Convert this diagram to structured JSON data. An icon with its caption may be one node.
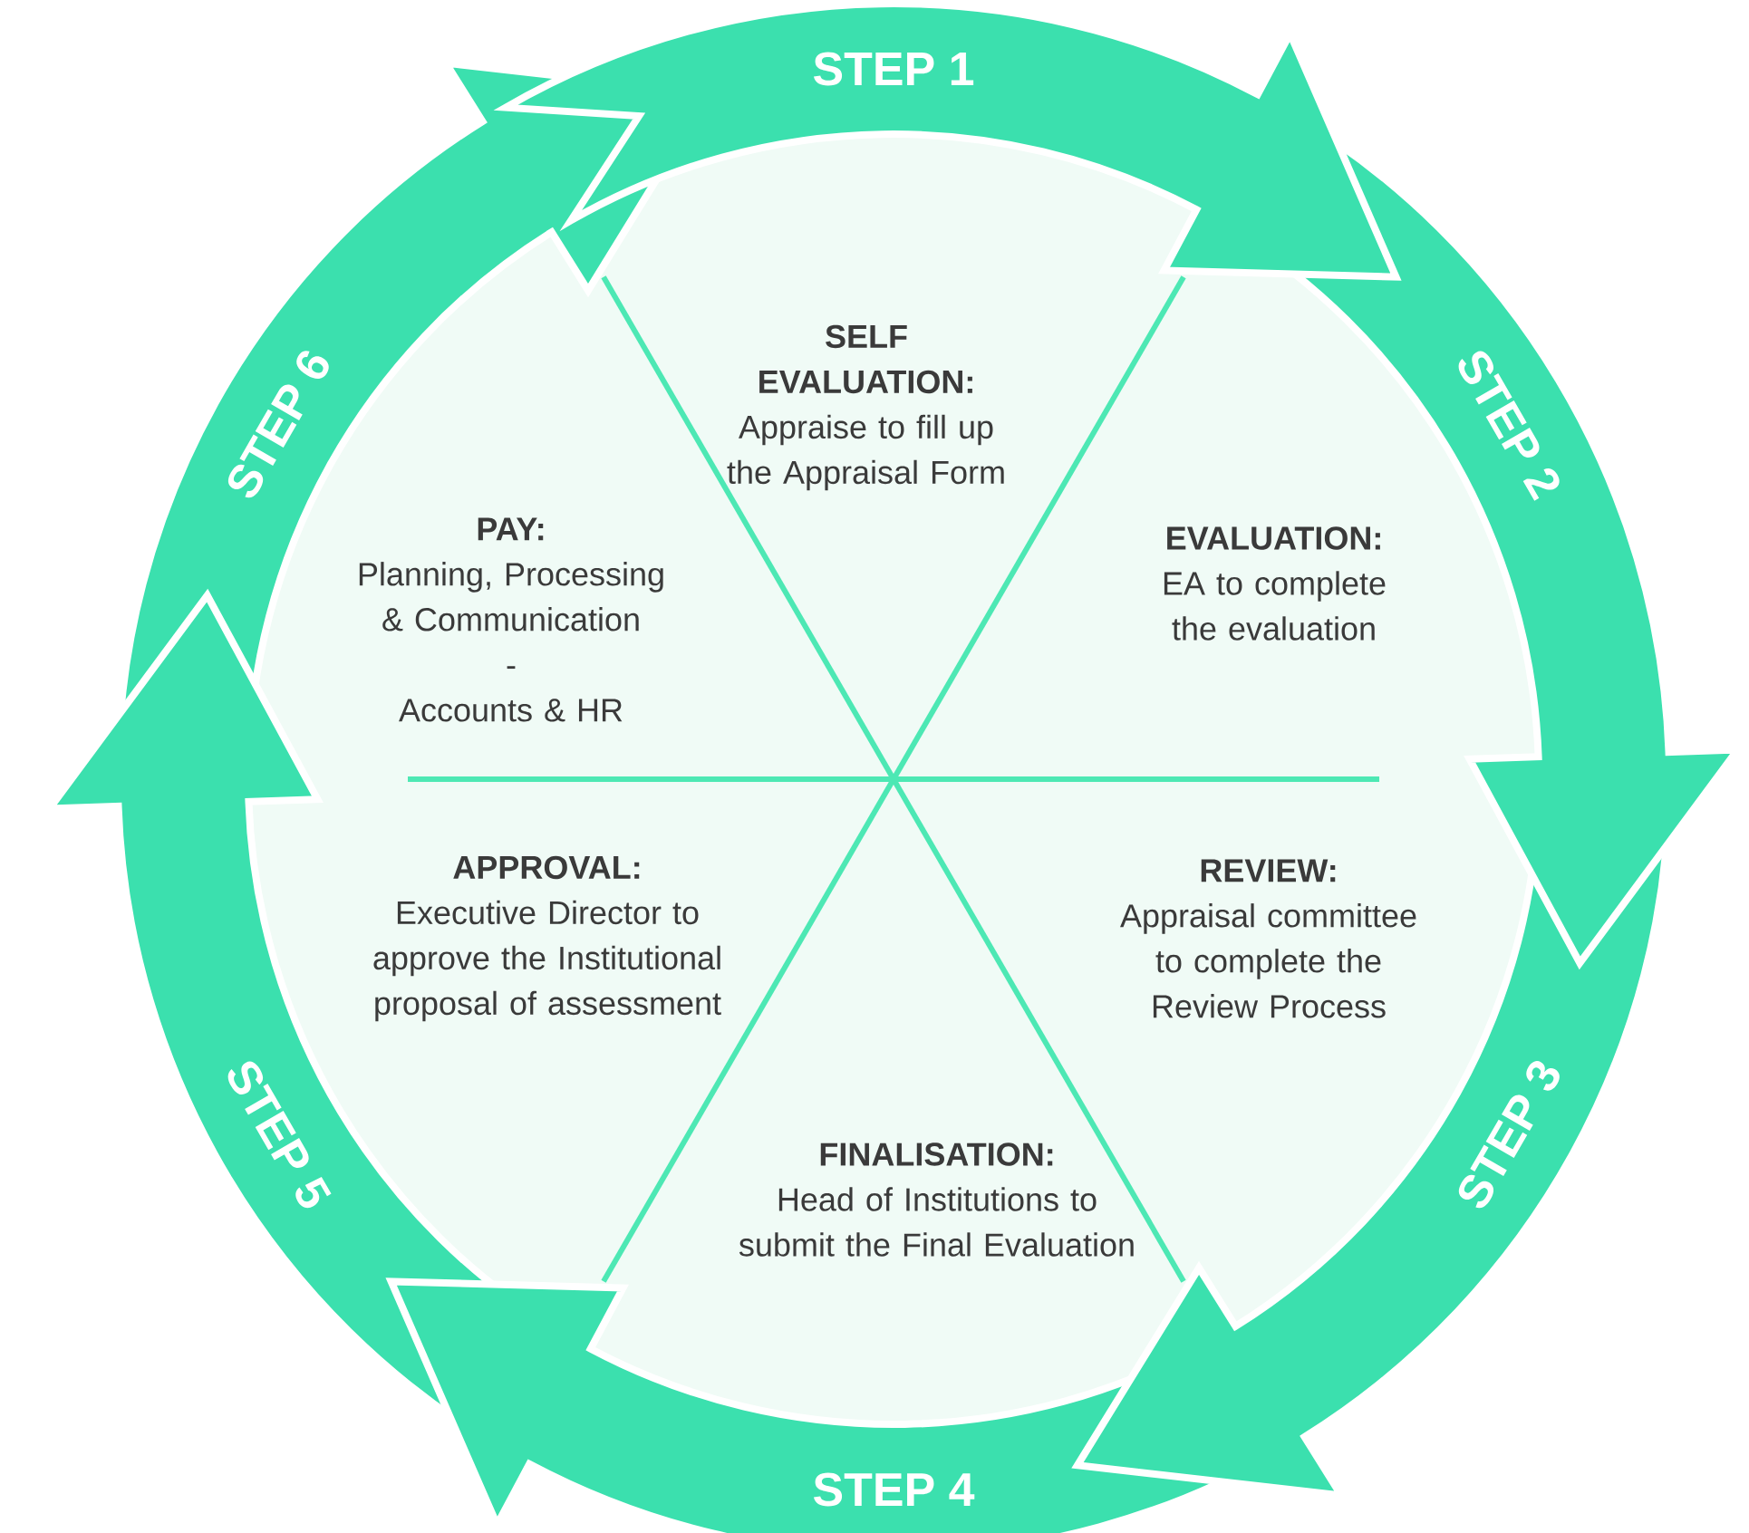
{
  "diagram": {
    "nodes": [
      {
        "text": [
          "SELF EVALUATION:",
          "Appraise to fill up the Appraisal Form"
        ]
      },
      {
        "text": [
          "EVALUATION:",
          "EA to complete the evaluation"
        ]
      },
      {
        "text": [
          "REVIEW:",
          "Appraisal committee to complete the Review Process"
        ]
      },
      {
        "text": [
          "FINALISATION:",
          "Head of Institutions to submit the Final Evaluation"
        ]
      },
      {
        "text": [
          "APPROVAL:",
          "Executive Director to approve the Institutional proposal of assessment"
        ]
      },
      {
        "text": [
          "PAY:",
          "Planning, Processing & Communication",
          "-",
          "Accounts & HR"
        ]
      },
      {
        "text": [
          "STEP 1"
        ]
      },
      {
        "text": [
          "STEP 2"
        ]
      },
      {
        "text": [
          "STEP 3"
        ]
      },
      {
        "text": [
          "STEP 4"
        ]
      },
      {
        "text": [
          "STEP 5"
        ]
      },
      {
        "text": [
          "STEP 6"
        ]
      }
    ]
  }
}
